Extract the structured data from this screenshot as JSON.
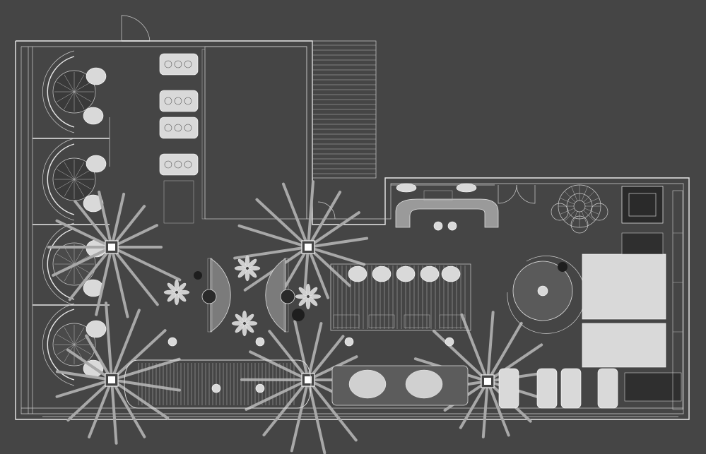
{
  "drawing": {
    "background": "#454545",
    "line_color": "#e8e8e8",
    "fill_light": "#d9d9d9",
    "fill_mid": "#9a9a9a",
    "fill_dark": "#2a2a2a"
  },
  "rooms": [
    {
      "id": "left-booth-bay"
    },
    {
      "id": "upper-hall"
    },
    {
      "id": "outdoor-deck"
    },
    {
      "id": "bar-counter-area"
    },
    {
      "id": "main-dining-area"
    },
    {
      "id": "kitchen-prep"
    }
  ],
  "furniture": {
    "round_booths": 4,
    "tree_columns": 4,
    "square_tables_upper": 4,
    "half_round_tables": 2,
    "long_banquette_tables": 5,
    "kitchen_counters": 2
  }
}
